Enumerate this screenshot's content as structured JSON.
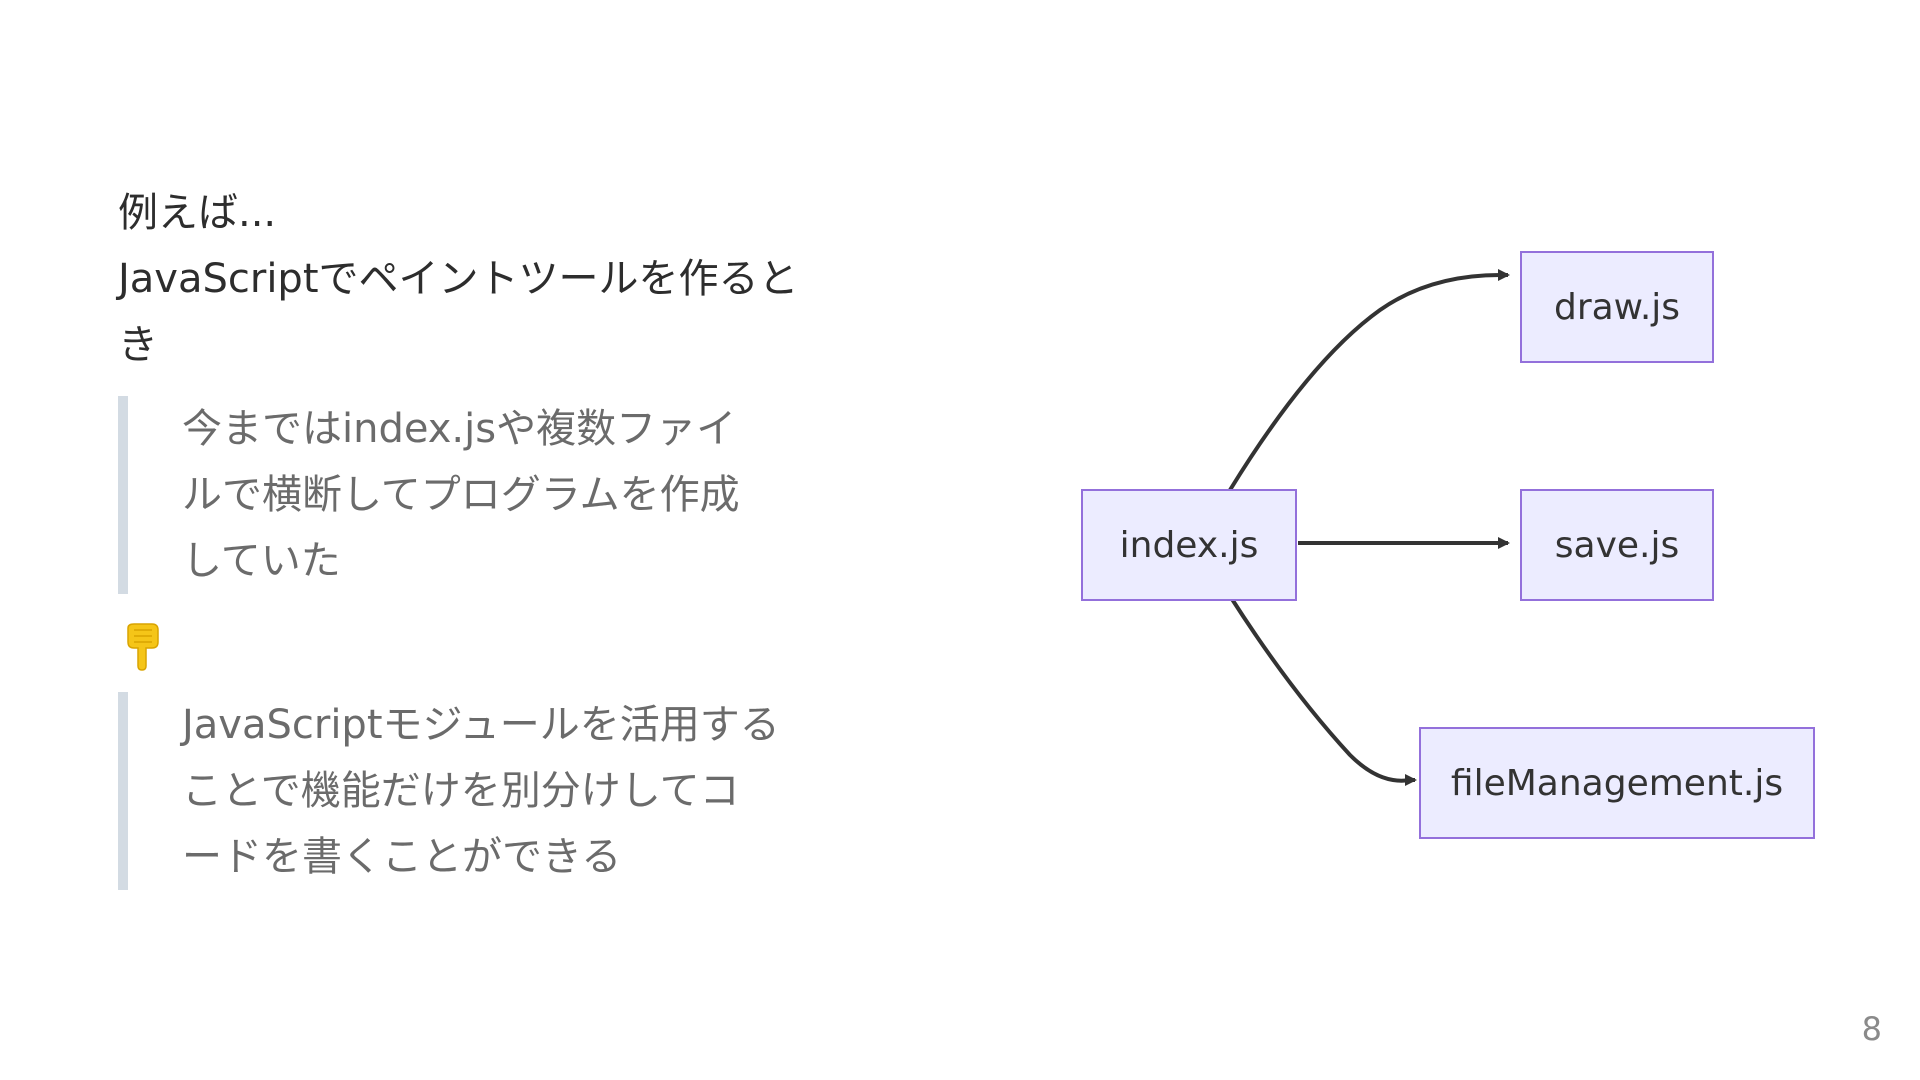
{
  "heading": {
    "line1": "例えば...",
    "line2": "JavaScriptでペイントツールを作ると",
    "line3": "き"
  },
  "quote1": {
    "lines": [
      "今まではindex.jsや複数ファイ",
      "ルで横断してプログラムを作成",
      "していた"
    ]
  },
  "pointer": {
    "icon": "pointing-down-emoji",
    "color": "#f5c518"
  },
  "quote2": {
    "lines": [
      "JavaScriptモジュールを活用する",
      "ことで機能だけを別分けしてコ",
      "ードを書くことができる"
    ]
  },
  "diagram": {
    "nodes": {
      "index": "index.js",
      "draw": "draw.js",
      "save": "save.js",
      "file": "fileManagement.js"
    },
    "edges": [
      {
        "from": "index.js",
        "to": "draw.js"
      },
      {
        "from": "index.js",
        "to": "save.js"
      },
      {
        "from": "index.js",
        "to": "fileManagement.js"
      }
    ],
    "node_fill": "#ececff",
    "node_border": "#9370db"
  },
  "page_number": "8"
}
